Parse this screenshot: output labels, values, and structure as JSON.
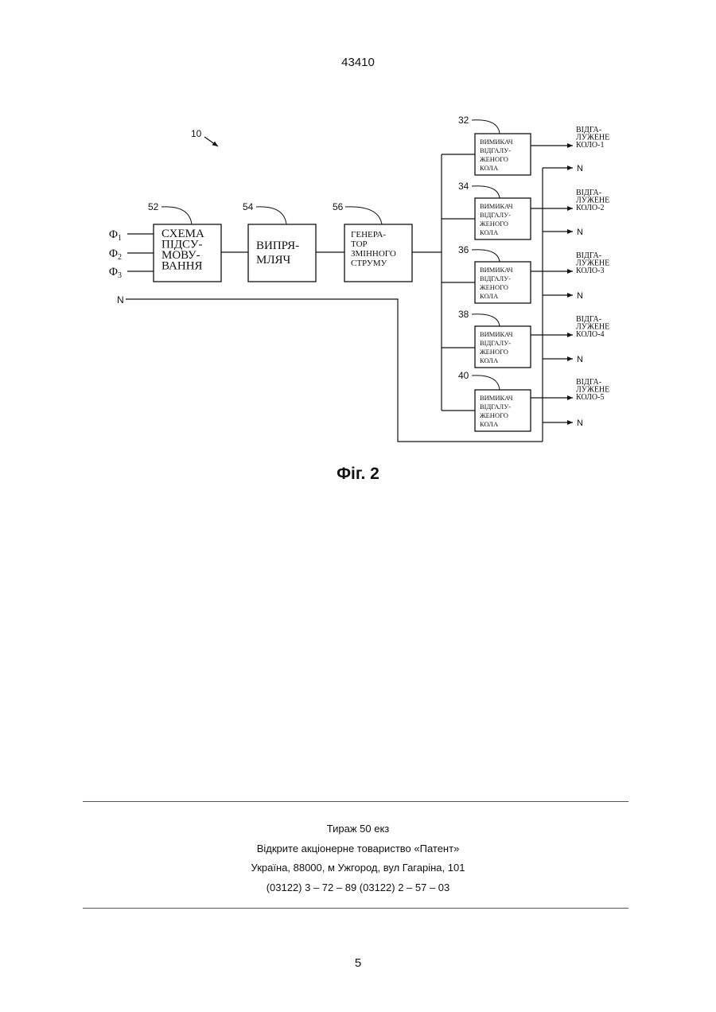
{
  "header": {
    "doc_number": "43410"
  },
  "diagram": {
    "ref_label": "10",
    "inputs": {
      "phases": [
        "Φ1",
        "Φ2",
        "Φ3"
      ],
      "neutral": "N"
    },
    "blocks": [
      {
        "ref": "52",
        "lines": [
          "СХЕМА",
          "ПІДСУ-",
          "МОВУ-",
          "ВАННЯ"
        ]
      },
      {
        "ref": "54",
        "lines": [
          "ВИПРЯ-",
          "МЛЯЧ"
        ]
      },
      {
        "ref": "56",
        "lines": [
          "ГЕНЕРА-",
          "ТОР",
          "ЗМІННОГО",
          "СТРУМУ"
        ]
      }
    ],
    "switches": [
      {
        "ref": "32",
        "lines": [
          "ВИМИКАЧ",
          "ВІДГАЛУ-",
          "ЖЕНОГО",
          "КОЛА"
        ],
        "output": [
          "ВІДГА-",
          "ЛУЖЕНЕ",
          "КОЛО-1"
        ],
        "neutral": "N"
      },
      {
        "ref": "34",
        "lines": [
          "ВИМИКАЧ",
          "ВІДГАЛУ-",
          "ЖЕНОГО",
          "КОЛА"
        ],
        "output": [
          "ВІДГА-",
          "ЛУЖЕНЕ",
          "КОЛО-2"
        ],
        "neutral": "N"
      },
      {
        "ref": "36",
        "lines": [
          "ВИМИКАЧ",
          "ВІДГАЛУ-",
          "ЖЕНОГО",
          "КОЛА"
        ],
        "output": [
          "ВІДГА-",
          "ЛУЖЕНЕ",
          "КОЛО-3"
        ],
        "neutral": "N"
      },
      {
        "ref": "38",
        "lines": [
          "ВИМИКАЧ",
          "ВІДГАЛУ-",
          "ЖЕНОГО",
          "КОЛА"
        ],
        "output": [
          "ВІДГА-",
          "ЛУЖЕНЕ",
          "КОЛО-4"
        ],
        "neutral": "N"
      },
      {
        "ref": "40",
        "lines": [
          "ВИМИКАЧ",
          "ВІДГАЛУ-",
          "ЖЕНОГО",
          "КОЛА"
        ],
        "output": [
          "ВІДГА-",
          "ЛУЖЕНЕ",
          "КОЛО-5"
        ],
        "neutral": "N"
      }
    ]
  },
  "figure": {
    "caption": "Фіг. 2"
  },
  "imprint": {
    "lines": [
      "Тираж 50 екз",
      "Відкрите акціонерне товариство «Патент»",
      "Україна, 88000, м  Ужгород, вул  Гагаріна, 101",
      "(03122) 3 – 72 – 89  (03122) 2 – 57 – 03"
    ]
  },
  "footer": {
    "page_number": "5"
  }
}
